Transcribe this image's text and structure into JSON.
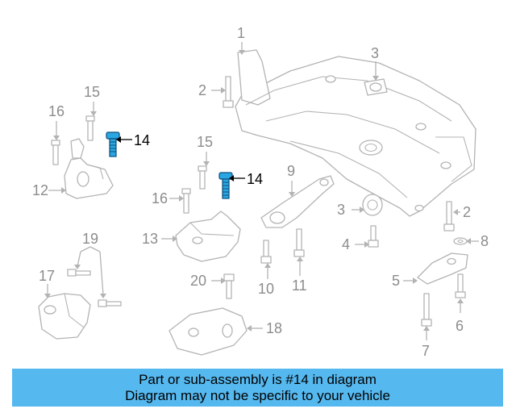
{
  "callouts": {
    "c1": "1",
    "c2a": "2",
    "c2b": "2",
    "c3a": "3",
    "c3b": "3",
    "c4": "4",
    "c5": "5",
    "c6": "6",
    "c7": "7",
    "c8": "8",
    "c9": "9",
    "c10": "10",
    "c11": "11",
    "c12": "12",
    "c13": "13",
    "c14a": "14",
    "c14b": "14",
    "c15a": "15",
    "c15b": "15",
    "c16a": "16",
    "c16b": "16",
    "c17": "17",
    "c18": "18",
    "c19": "19",
    "c20": "20"
  },
  "highlight_color": "#2aa7e3",
  "banner": {
    "line1": "Part or sub-assembly is #14 in diagram",
    "line2": "Diagram may not be specific to your vehicle",
    "background": "#55b8ef"
  }
}
